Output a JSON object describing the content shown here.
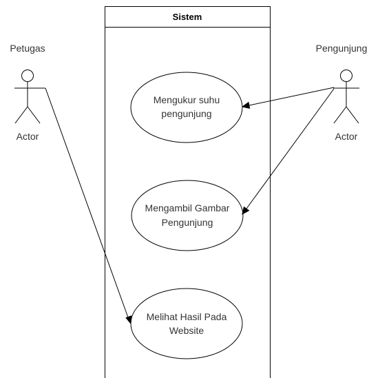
{
  "system": {
    "title": "Sistem"
  },
  "actors": [
    {
      "id": "petugas",
      "name": "Petugas",
      "type_label": "Actor"
    },
    {
      "id": "pengunjung",
      "name": "Pengunjung",
      "type_label": "Actor"
    }
  ],
  "use_cases": [
    {
      "id": "uc1",
      "lines": [
        "Mengukur suhu",
        "pengunjung"
      ]
    },
    {
      "id": "uc2",
      "lines": [
        "Mengambil Gambar",
        "Pengunjung"
      ]
    },
    {
      "id": "uc3",
      "lines": [
        "Melihat Hasil Pada",
        "Website"
      ]
    }
  ],
  "colors": {
    "stroke": "#000000",
    "text": "#333333",
    "background": "#ffffff"
  }
}
